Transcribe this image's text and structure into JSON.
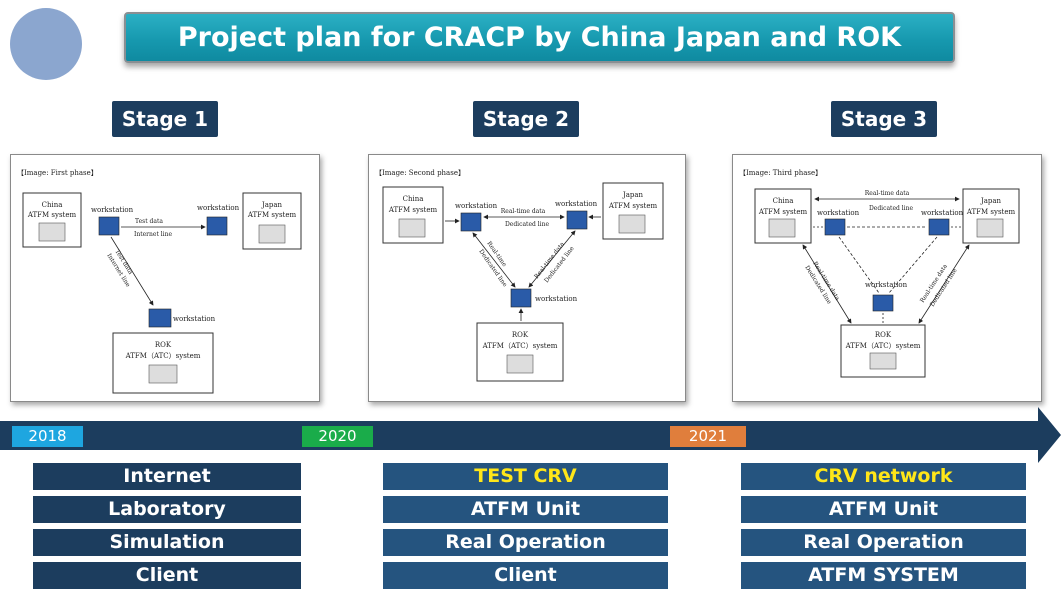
{
  "title": "Project plan for CRACP by China Japan and ROK",
  "stages": [
    {
      "label": "Stage 1",
      "diagram": {
        "caption": "【Image: First phase】",
        "china_name": "China",
        "china_sys": "ATFM system",
        "japan_name": "Japan",
        "japan_sys": "ATFM system",
        "rok_name": "ROK",
        "rok_sys": "ATFM（ATC）system",
        "workstation": "workstation",
        "link_top_1": "Test data",
        "link_top_2": "Internet line",
        "link_diag_1": "Test data",
        "link_diag_2": "Internet line"
      }
    },
    {
      "label": "Stage 2",
      "diagram": {
        "caption": "【Image: Second phase】",
        "china_name": "China",
        "china_sys": "ATFM system",
        "japan_name": "Japan",
        "japan_sys": "ATFM system",
        "rok_name": "ROK",
        "rok_sys": "ATFM（ATC）system",
        "workstation": "workstation",
        "link_top_1": "Real-time data",
        "link_top_2": "Dedicated line",
        "link_left_1": "Real-time",
        "link_left_2": "Dedicated line",
        "link_right_1": "Real-time data",
        "link_right_2": "Dedicated line"
      }
    },
    {
      "label": "Stage 3",
      "diagram": {
        "caption": "【Image: Third phase】",
        "china_name": "China",
        "china_sys": "ATFM system",
        "japan_name": "Japan",
        "japan_sys": "ATFM system",
        "rok_name": "ROK",
        "rok_sys": "ATFM（ATC）system",
        "workstation": "workstation",
        "link_top_1": "Real-time data",
        "link_top_2": "Dedicated line",
        "link_left_1": "Real-time data",
        "link_left_2": "Dedicated line",
        "link_right_1": "Real-time data",
        "link_right_2": "Dedicated line"
      }
    }
  ],
  "timeline": {
    "years": [
      "2018",
      "2020",
      "2021"
    ]
  },
  "columns": [
    {
      "items": [
        "Internet",
        "Laboratory",
        "Simulation",
        "Client"
      ]
    },
    {
      "items": [
        "TEST CRV",
        "ATFM Unit",
        "Real Operation",
        "Client"
      ]
    },
    {
      "items": [
        "CRV network",
        "ATFM Unit",
        "Real Operation",
        "ATFM SYSTEM"
      ]
    }
  ],
  "colors": {
    "title_bar": "#1799af",
    "stage_label": "#1c3d5e",
    "timeline": "#1c3d5e",
    "year_2018": "#1ea6e0",
    "year_2020": "#1aac4a",
    "year_2021": "#e07e3c",
    "highlight_text": "#ffe619"
  }
}
